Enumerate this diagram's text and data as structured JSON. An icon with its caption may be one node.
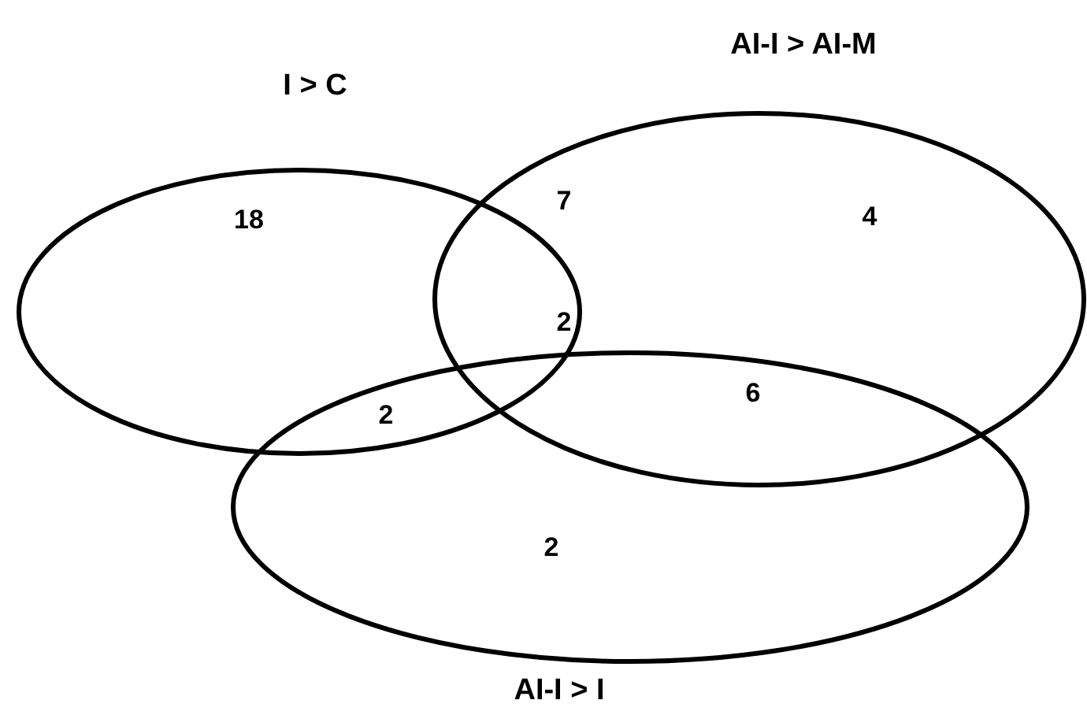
{
  "diagram": {
    "nodes": [
      {
        "text": [
          "I > C"
        ]
      },
      {
        "text": [
          "AI-I > AI-M"
        ]
      },
      {
        "text": [
          "AI-I > I"
        ]
      }
    ],
    "edges": [],
    "labels": [
      "18",
      "7",
      "4",
      "2",
      "2",
      "6",
      "2"
    ]
  }
}
